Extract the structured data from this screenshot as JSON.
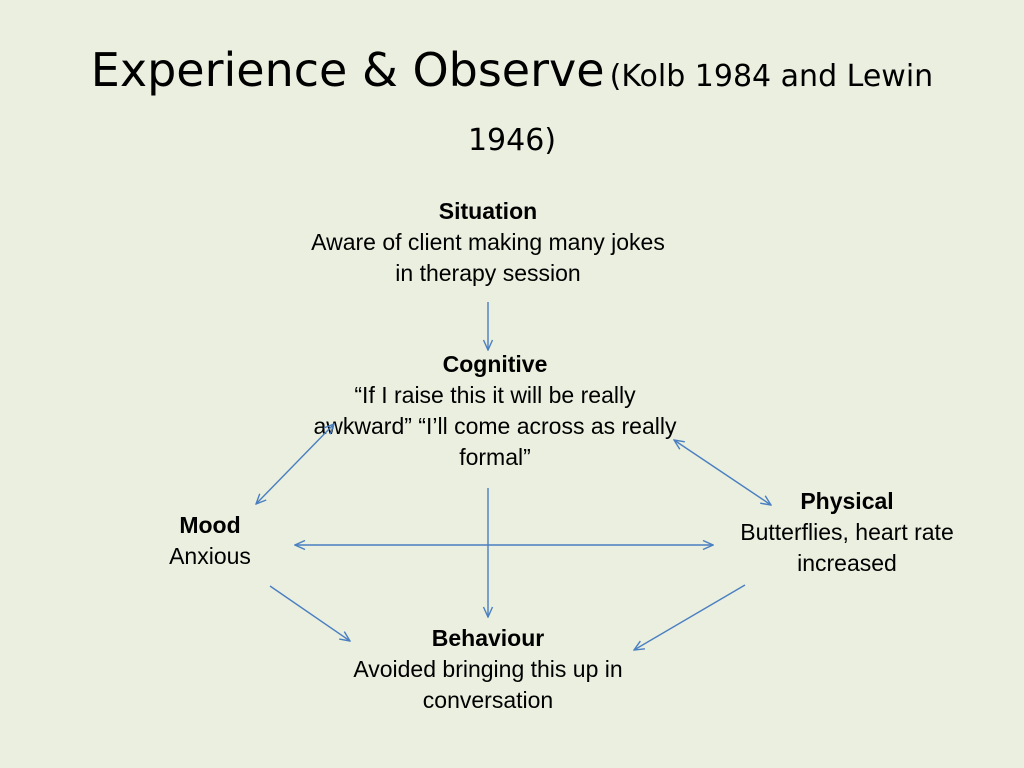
{
  "title": {
    "main": "Experience & Observe",
    "sub": "(Kolb 1984 and Lewin 1946)"
  },
  "nodes": {
    "situation": {
      "heading": "Situation",
      "text": "Aware of client making many jokes in therapy session"
    },
    "cognitive": {
      "heading": "Cognitive",
      "text": "“If I raise this it will be really awkward” “I’ll come across as really formal”"
    },
    "mood": {
      "heading": "Mood",
      "text": "Anxious"
    },
    "physical": {
      "heading": "Physical",
      "text": "Butterflies, heart rate increased"
    },
    "behaviour": {
      "heading": "Behaviour",
      "text": "Avoided bringing this up in conversation"
    }
  },
  "colors": {
    "background": "#eaefdf",
    "arrow": "#4a7fc1"
  }
}
